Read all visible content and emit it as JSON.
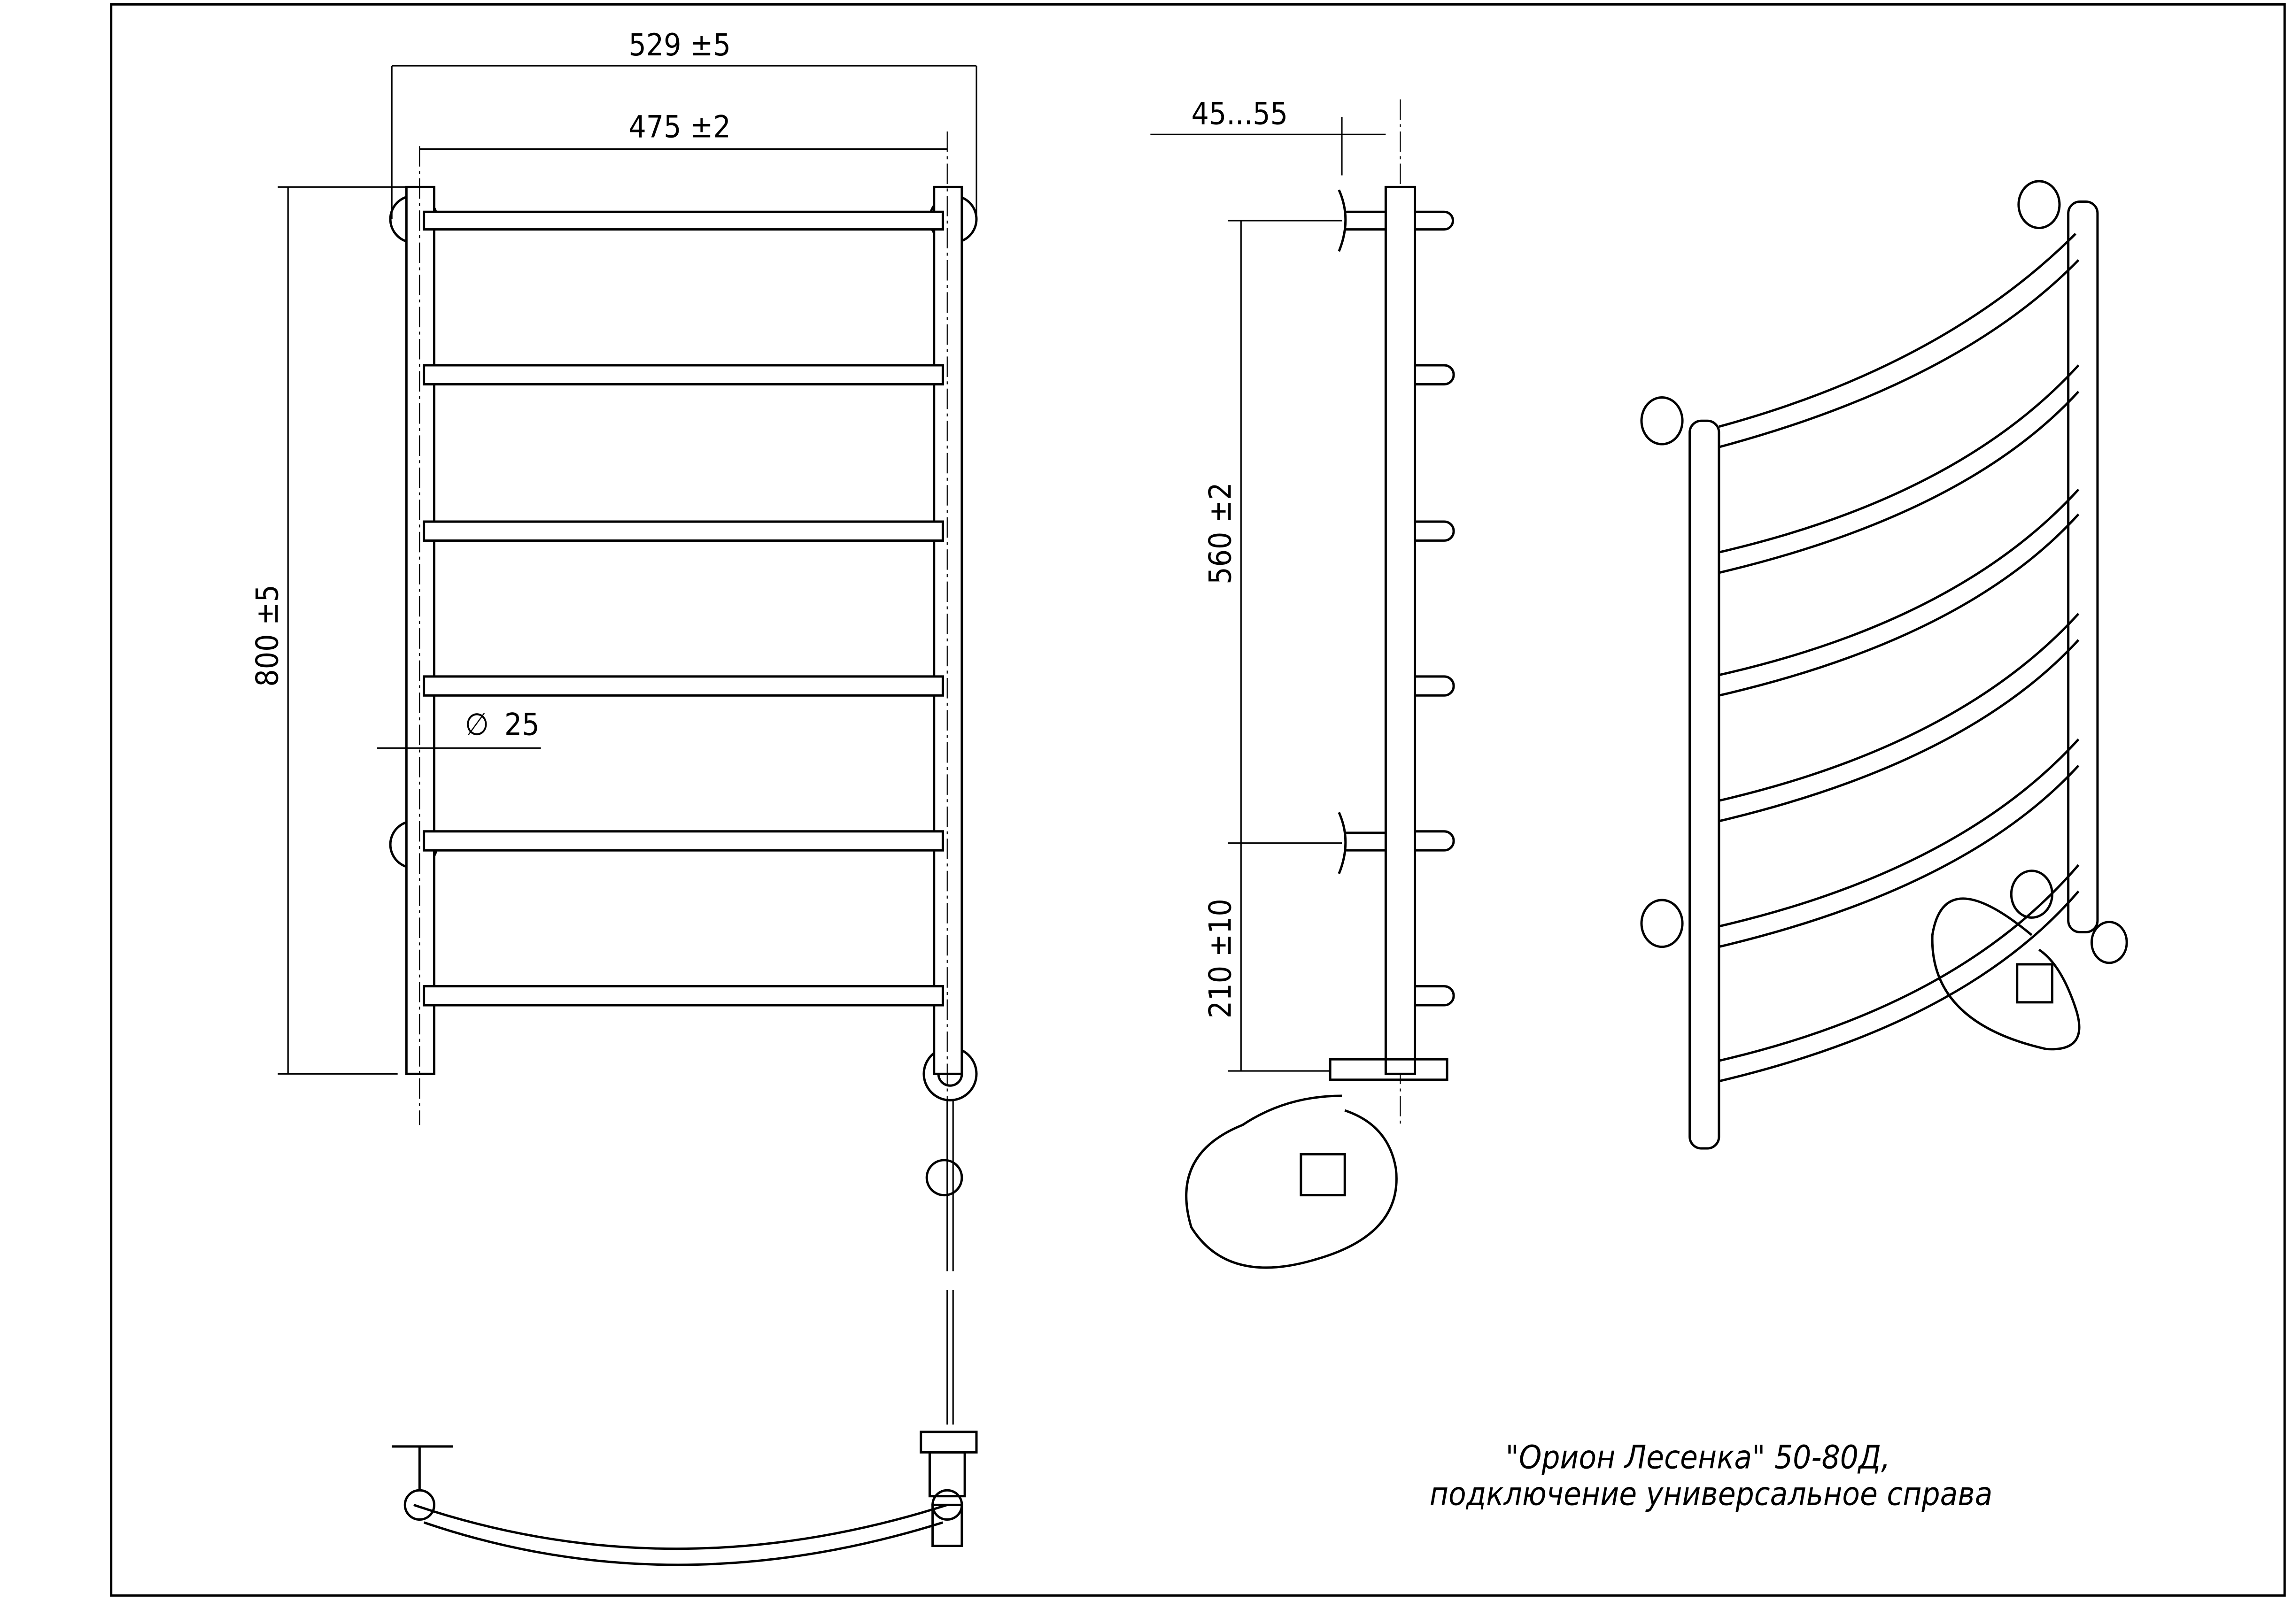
{
  "front_view": {
    "dim_width_overall": "529 ±5",
    "dim_width_axes": "475 ±2",
    "dim_height": "800 ±5",
    "dim_diameter_symbol": "∅",
    "dim_diameter": "25"
  },
  "side_view": {
    "dim_wall_offset": "45...55",
    "dim_mount_spacing": "560 ±2",
    "dim_bottom_mount": "210 ±10"
  },
  "caption": {
    "line1": "\"Орион Лесенка\" 50-80Д,",
    "line2": "подключение универсальное справа"
  }
}
